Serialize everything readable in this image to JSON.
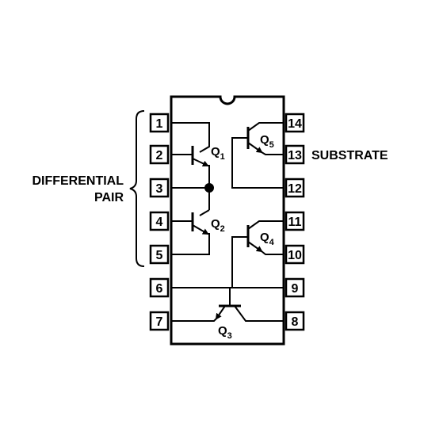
{
  "diagram": {
    "pins_left": [
      "1",
      "2",
      "3",
      "4",
      "5",
      "6",
      "7"
    ],
    "pins_right": [
      "14",
      "13",
      "12",
      "11",
      "10",
      "9",
      "8"
    ],
    "labels": {
      "differential_line1": "DIFFERENTIAL",
      "differential_line2": "PAIR",
      "substrate": "SUBSTRATE"
    },
    "transistors": [
      {
        "letter": "Q",
        "index": "1"
      },
      {
        "letter": "Q",
        "index": "2"
      },
      {
        "letter": "Q",
        "index": "3"
      },
      {
        "letter": "Q",
        "index": "4"
      },
      {
        "letter": "Q",
        "index": "5"
      }
    ]
  }
}
